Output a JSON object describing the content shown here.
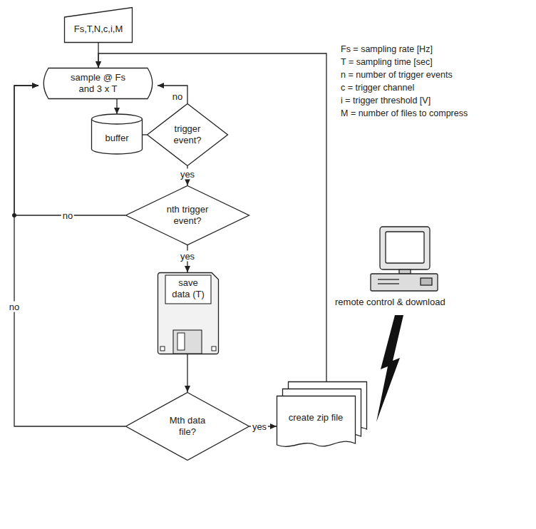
{
  "diagram": {
    "nodes": [
      {
        "text": [
          "Fs,T,N,c,i,M"
        ]
      },
      {
        "text": [
          "sample @ Fs and 3 x T"
        ]
      },
      {
        "text": [
          "buffer"
        ]
      },
      {
        "text": [
          "trigger event?"
        ]
      },
      {
        "text": [
          "nth trigger event?"
        ]
      },
      {
        "text": [
          "save data (T)"
        ]
      },
      {
        "text": [
          "Mth data file?"
        ]
      },
      {
        "text": [
          "create zip file"
        ]
      }
    ],
    "edges": [
      {
        "from": 0,
        "to": 1,
        "arrow": "to"
      },
      {
        "from": 1,
        "to": 2,
        "arrow": "to"
      },
      {
        "from": 2,
        "to": 3,
        "arrow": "none"
      },
      {
        "from": 3,
        "to": 1,
        "label": "no",
        "arrow": "to"
      },
      {
        "from": 3,
        "to": 4,
        "label": "yes",
        "arrow": "to"
      },
      {
        "from": 4,
        "to": 1,
        "label": "no",
        "arrow": "to"
      },
      {
        "from": 4,
        "to": 5,
        "label": "yes",
        "arrow": "to"
      },
      {
        "from": 5,
        "to": 6,
        "arrow": "to"
      },
      {
        "from": 6,
        "to": 1,
        "label": "no",
        "arrow": "to"
      },
      {
        "from": 6,
        "to": 7,
        "label": "yes",
        "arrow": "to"
      },
      {
        "from": 7,
        "to": 1,
        "arrow": "to"
      }
    ],
    "labels": [
      "Fs = sampling rate [Hz]",
      "T = sampling time [sec]",
      "n = number of trigger events",
      "c = trigger channel",
      "i = trigger threshold [V]",
      "M = number of files to compress",
      "remote control & download"
    ]
  }
}
